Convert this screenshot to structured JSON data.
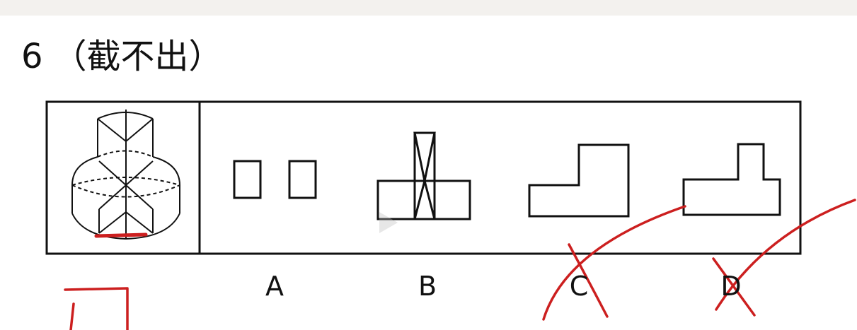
{
  "question": {
    "number": "6",
    "title": "（截不出）"
  },
  "options": [
    {
      "key": "A",
      "label": "A"
    },
    {
      "key": "B",
      "label": "B"
    },
    {
      "key": "C",
      "label": "C"
    },
    {
      "key": "D",
      "label": "D"
    }
  ],
  "colors": {
    "ink": "#111111",
    "annotation_red": "#cc1f1f",
    "top_strip": "#f3f1ee"
  },
  "icons": {
    "video_play": "play-icon"
  }
}
